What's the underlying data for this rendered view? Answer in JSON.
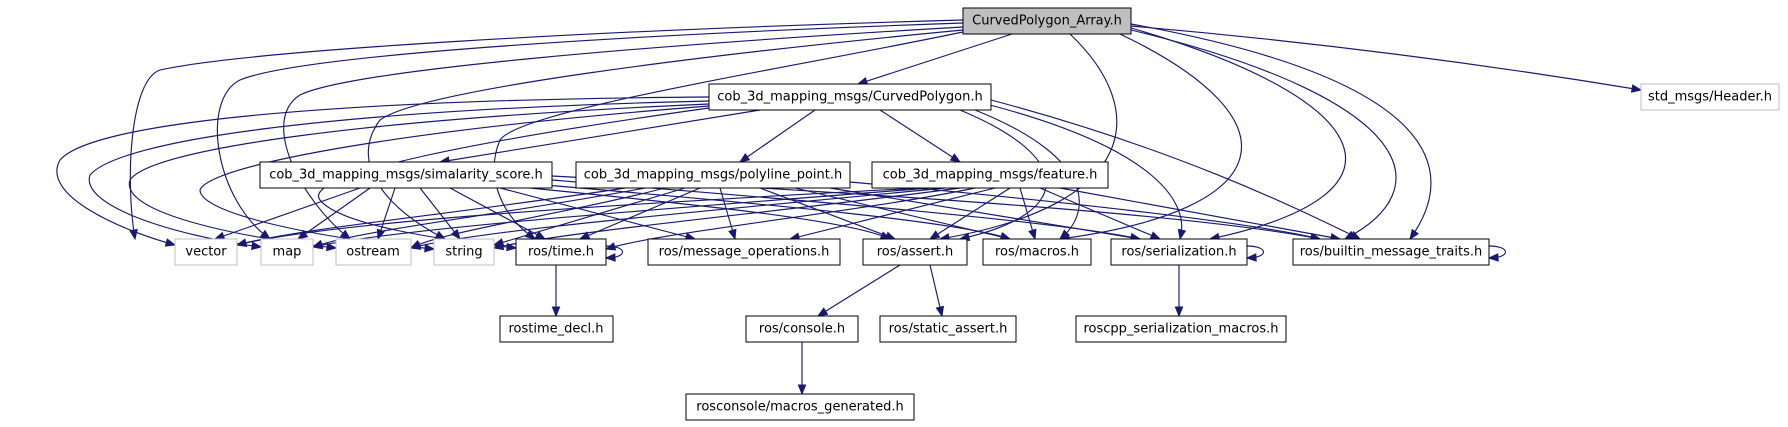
{
  "nodes": {
    "root": "CurvedPolygon_Array.h",
    "curved_polygon": "cob_3d_mapping_msgs/CurvedPolygon.h",
    "header": "std_msgs/Header.h",
    "simalarity_score": "cob_3d_mapping_msgs/simalarity_score.h",
    "polyline_point": "cob_3d_mapping_msgs/polyline_point.h",
    "feature": "cob_3d_mapping_msgs/feature.h",
    "vector": "vector",
    "map": "map",
    "ostream": "ostream",
    "string": "string",
    "ros_time": "ros/time.h",
    "message_operations": "ros/message_operations.h",
    "ros_assert": "ros/assert.h",
    "ros_macros": "ros/macros.h",
    "serialization": "ros/serialization.h",
    "builtin_traits": "ros/builtin_message_traits.h",
    "rostime_decl": "rostime_decl.h",
    "ros_console": "ros/console.h",
    "static_assert": "ros/static_assert.h",
    "roscpp_macros": "roscpp_serialization_macros.h",
    "rosconsole_macros": "rosconsole/macros_generated.h"
  },
  "colors": {
    "edge": "#191970",
    "root_fill": "#bfbfbf",
    "external_border": "#bfbfbf",
    "node_border": "#000000"
  }
}
